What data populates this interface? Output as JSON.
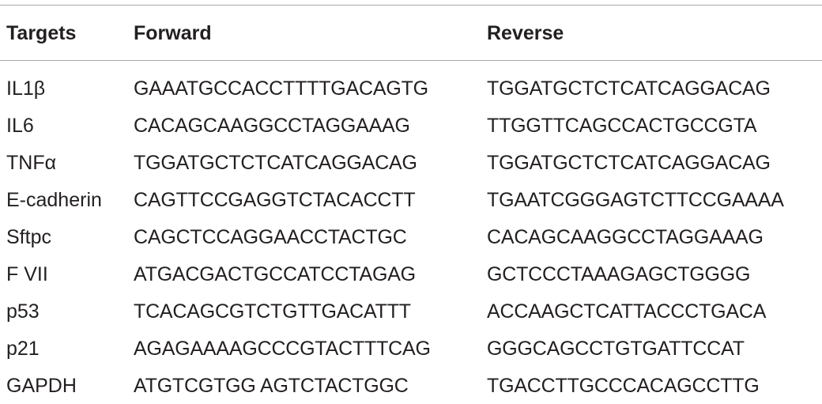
{
  "table": {
    "headers": [
      "Targets",
      "Forward",
      "Reverse"
    ],
    "rows": [
      {
        "target": "IL1β",
        "forward": "GAAATGCCACCTTTTGACAGTG",
        "reverse": "TGGATGCTCTCATCAGGACAG"
      },
      {
        "target": "IL6",
        "forward": "CACAGCAAGGCCTAGGAAAG",
        "reverse": "TTGGTTCAGCCACTGCCGTA"
      },
      {
        "target": "TNFα",
        "forward": "TGGATGCTCTCATCAGGACAG",
        "reverse": "TGGATGCTCTCATCAGGACAG"
      },
      {
        "target": "E-cadherin",
        "forward": "CAGTTCCGAGGTCTACACCTT",
        "reverse": "TGAATCGGGAGTCTTCCGAAAA"
      },
      {
        "target": "Sftpc",
        "forward": "CAGCTCCAGGAACCTACTGC",
        "reverse": "CACAGCAAGGCCTAGGAAAG"
      },
      {
        "target": "F VII",
        "forward": "ATGACGACTGCCATCCTAGAG",
        "reverse": "GCTCCCTAAAGAGCTGGGG"
      },
      {
        "target": "p53",
        "forward": "TCACAGCGTCTGTTGACATTT",
        "reverse": "ACCAAGCTCATTACCCTGACA"
      },
      {
        "target": "p21",
        "forward": "AGAGAAAAGCCCGTACTTTCAG",
        "reverse": "GGGCAGCCTGTGATTCCAT"
      },
      {
        "target": "GAPDH",
        "forward": "ATGTCGTGG AGTCTACTGGC",
        "reverse": "TGACCTTGCCCACAGCCTTG"
      }
    ]
  }
}
